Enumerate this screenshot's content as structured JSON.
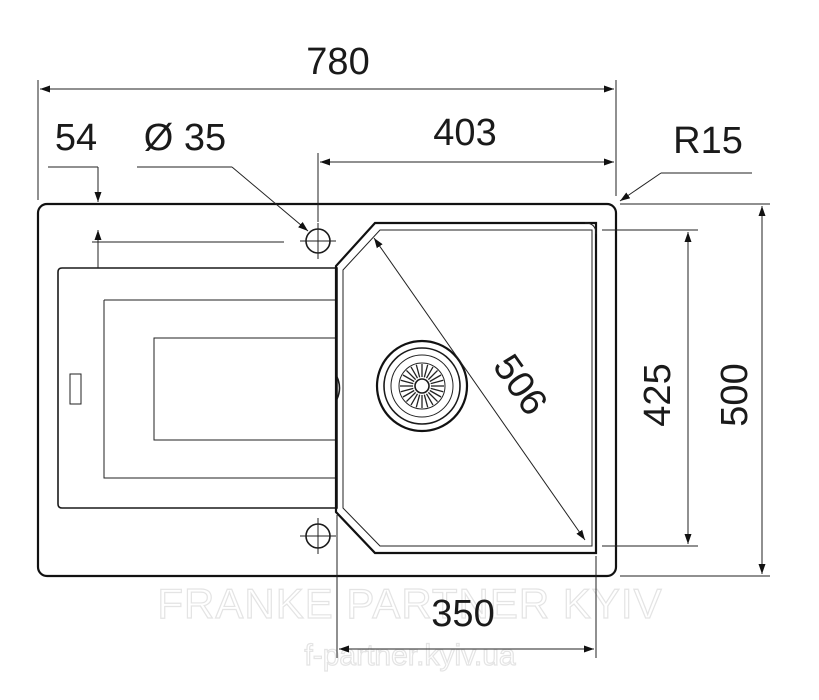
{
  "drawing": {
    "dim_overall_width": "780",
    "dim_left_offset": "54",
    "dim_hole_diameter": "Ø 35",
    "dim_bowl_offset": "403",
    "dim_corner_radius": "R15",
    "dim_bowl_diagonal": "506",
    "dim_bowl_height": "425",
    "dim_overall_height": "500",
    "dim_bowl_width": "350"
  },
  "watermark": {
    "line1": "FRANKE PARTNER KYIV",
    "line2": "f-partner.kyiv.ua"
  }
}
